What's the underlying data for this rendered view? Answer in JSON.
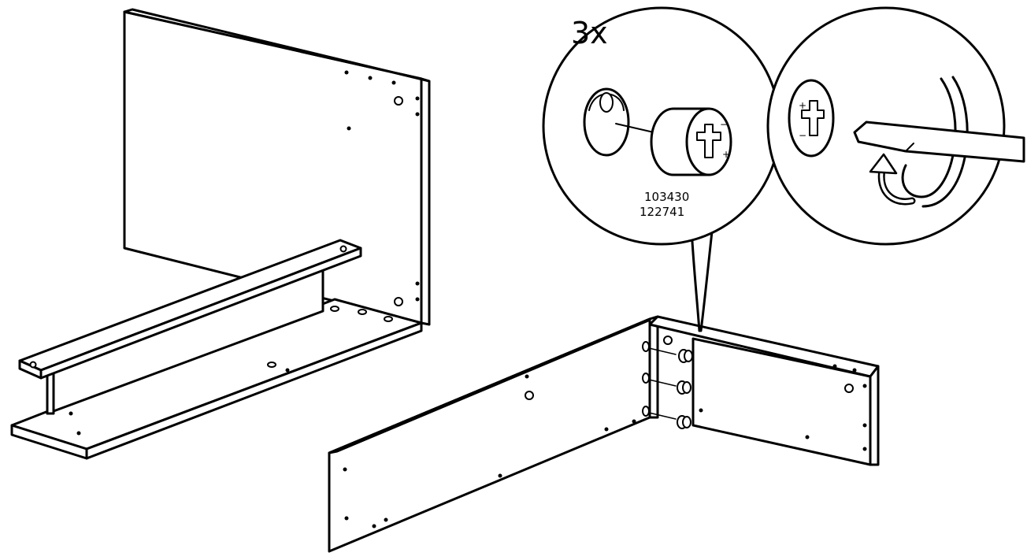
{
  "diagram": {
    "quantity_label": "3x",
    "part_numbers": [
      "103430",
      "122741"
    ]
  },
  "colors": {
    "line": "#000000",
    "panel_fill": "#ffffff",
    "background": "#ffffff"
  },
  "icons": {
    "rotation_arrow": "curved-arrow-clockwise",
    "tool": "flathead-screwdriver",
    "fastener": "cam-lock"
  }
}
